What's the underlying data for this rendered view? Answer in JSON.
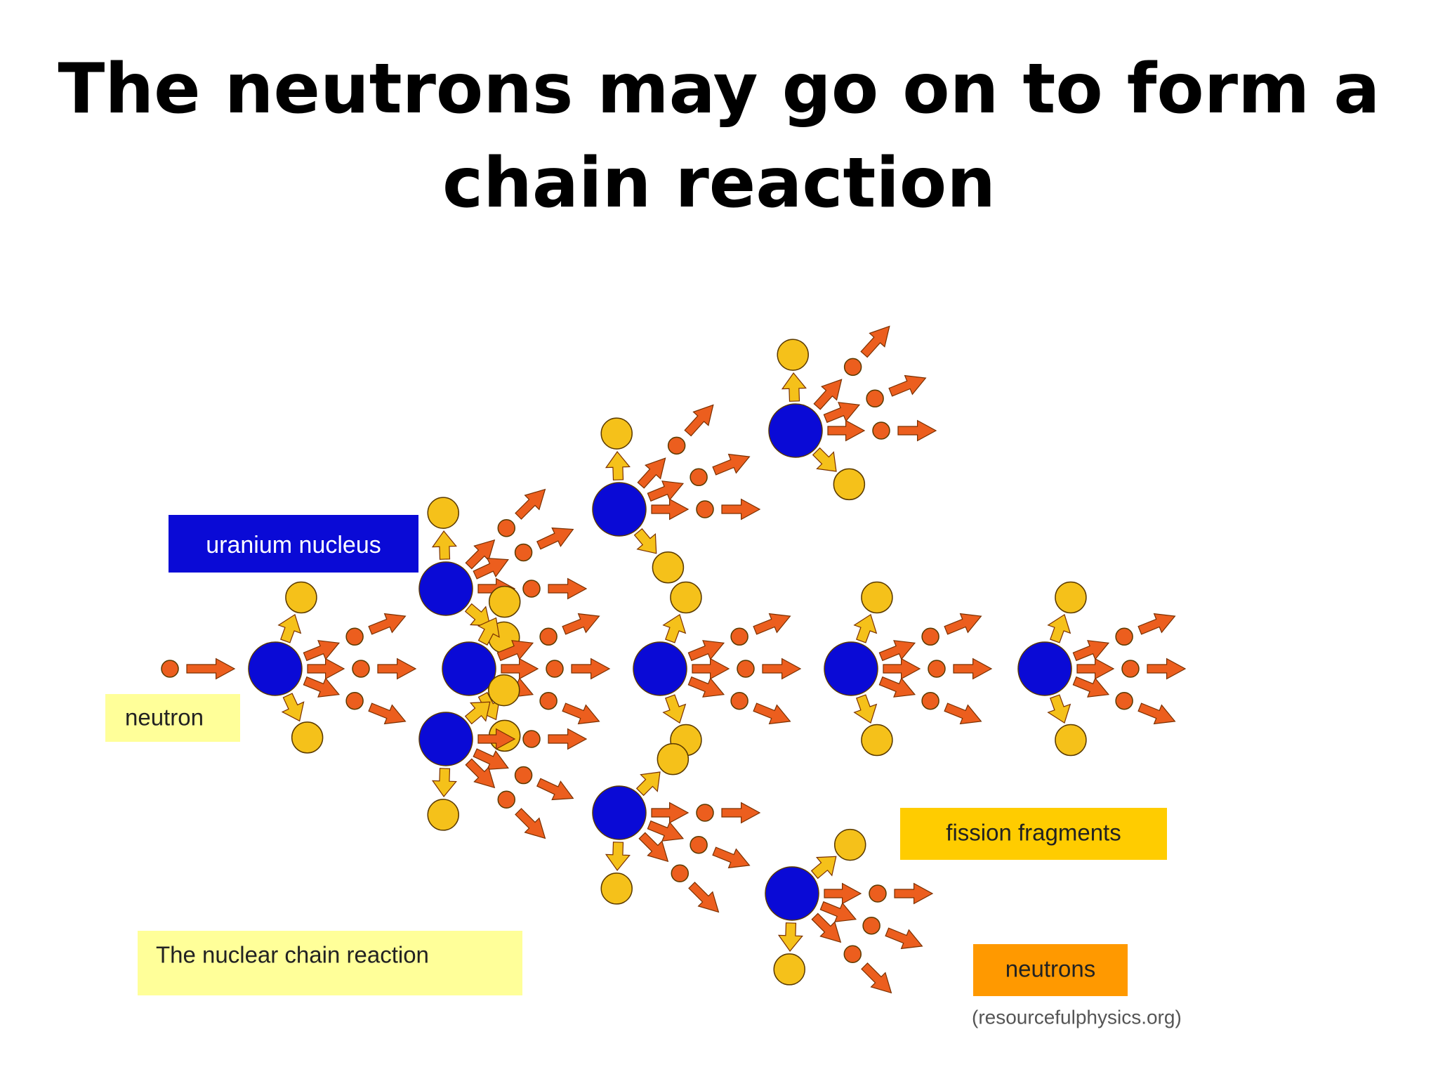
{
  "title_line1": "The neutrons may go on to form a",
  "title_line2": "chain reaction",
  "labels": {
    "uranium_nucleus": "uranium nucleus",
    "neutron": "neutron",
    "fission_fragments": "fission fragments",
    "chain_reaction": "The nuclear chain reaction",
    "neutrons": "neutrons",
    "source": "(resourcefulphysics.org)"
  },
  "colors": {
    "nucleus": "#0a0ad6",
    "fragment": "#f5c11a",
    "neutron": "#ec5e1e",
    "label_uranium_bg": "#0a0ad6",
    "label_neutron_bg": "#ffff99",
    "label_fragments_bg": "#ffcc00",
    "label_chain_bg": "#ffff99",
    "label_neutrons_bg": "#ff9900"
  }
}
